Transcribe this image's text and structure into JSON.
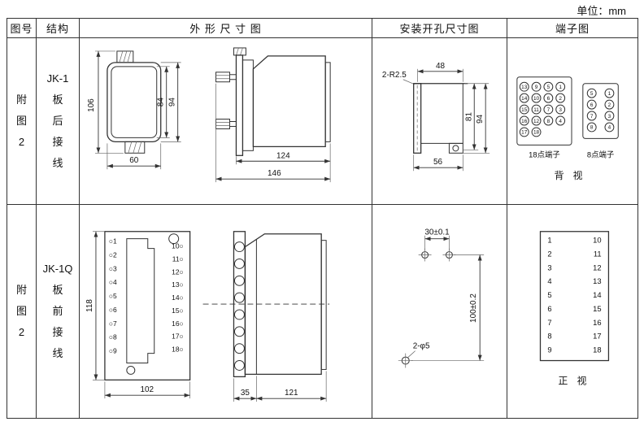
{
  "unit_label": "单位：mm",
  "headers": {
    "figure_no": "图号",
    "structure": "结构",
    "outline": "外 形 尺 寸 图",
    "mounting": "安装开孔尺寸图",
    "terminal": "端子图"
  },
  "row1": {
    "figure_no": "附\n图\n2",
    "structure": "JK-1\n板\n后\n接\n线",
    "outline_dims": {
      "total_height": "106",
      "inner_height": "84",
      "outer_height": "94",
      "width": "60",
      "case_depth": "124",
      "total_depth": "146"
    },
    "mounting_dims": {
      "radius": "2-R2.5",
      "top_width": "48",
      "height_inner": "81",
      "height_outer": "94",
      "bottom_width": "56"
    },
    "terminal": {
      "grid18": [
        "13",
        "9",
        "5",
        "1",
        "14",
        "10",
        "6",
        "2",
        "15",
        "11",
        "7",
        "3",
        "16",
        "12",
        "8",
        "4",
        "17",
        "18"
      ],
      "grid8": [
        "5",
        "1",
        "6",
        "2",
        "7",
        "3",
        "8",
        "4"
      ],
      "label18": "18点端子",
      "label8": "8点端子",
      "view": "背  视"
    }
  },
  "row2": {
    "figure_no": "附\n图\n2",
    "structure": "JK-1Q\n板\n前\n接\n线",
    "outline_dims": {
      "height": "118",
      "width": "102",
      "front_depth": "35",
      "case_depth": "121"
    },
    "contacts_left": [
      "○1",
      "○2",
      "○3",
      "○4",
      "○5",
      "○6",
      "○7",
      "○8",
      "○9"
    ],
    "contacts_right": [
      "10○",
      "11○",
      "12○",
      "13○",
      "14○",
      "15○",
      "16○",
      "17○",
      "18○"
    ],
    "mounting_dims": {
      "hole_spacing": "30±0.1",
      "hole_height": "100±0.2",
      "holes": "2-φ5"
    },
    "terminal": {
      "left": [
        "1",
        "2",
        "3",
        "4",
        "5",
        "6",
        "7",
        "8",
        "9"
      ],
      "right": [
        "10",
        "11",
        "12",
        "13",
        "14",
        "15",
        "16",
        "17",
        "18"
      ],
      "view": "正  视"
    }
  }
}
